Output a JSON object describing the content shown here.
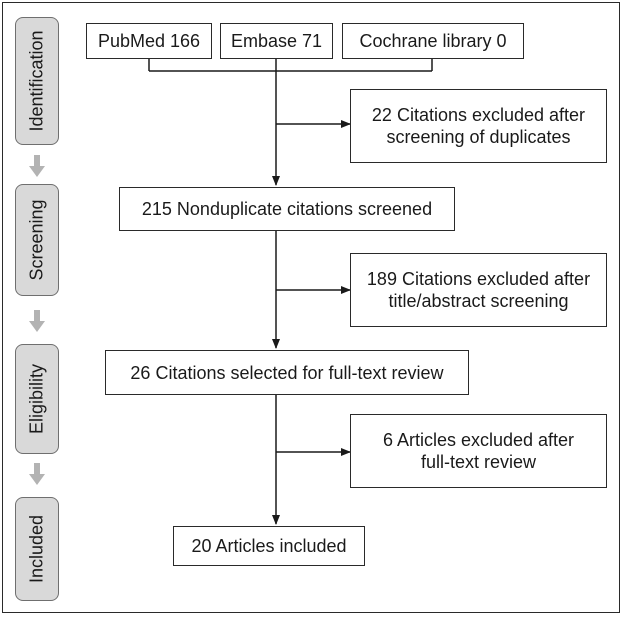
{
  "stages": [
    "Identification",
    "Screening",
    "Eligibility",
    "Included"
  ],
  "sources": {
    "pubmed": "PubMed 166",
    "embase": "Embase 71",
    "cochrane": "Cochrane library 0"
  },
  "main_flow": {
    "screened": "215 Nonduplicate citations screened",
    "fulltext": "26 Citations selected for full-text review",
    "included": "20 Articles included"
  },
  "exclusions": {
    "duplicates": "22 Citations excluded after screening of duplicates",
    "title_abstract": "189 Citations excluded after title/abstract screening",
    "fulltext": "6 Articles excluded after full-text review"
  }
}
